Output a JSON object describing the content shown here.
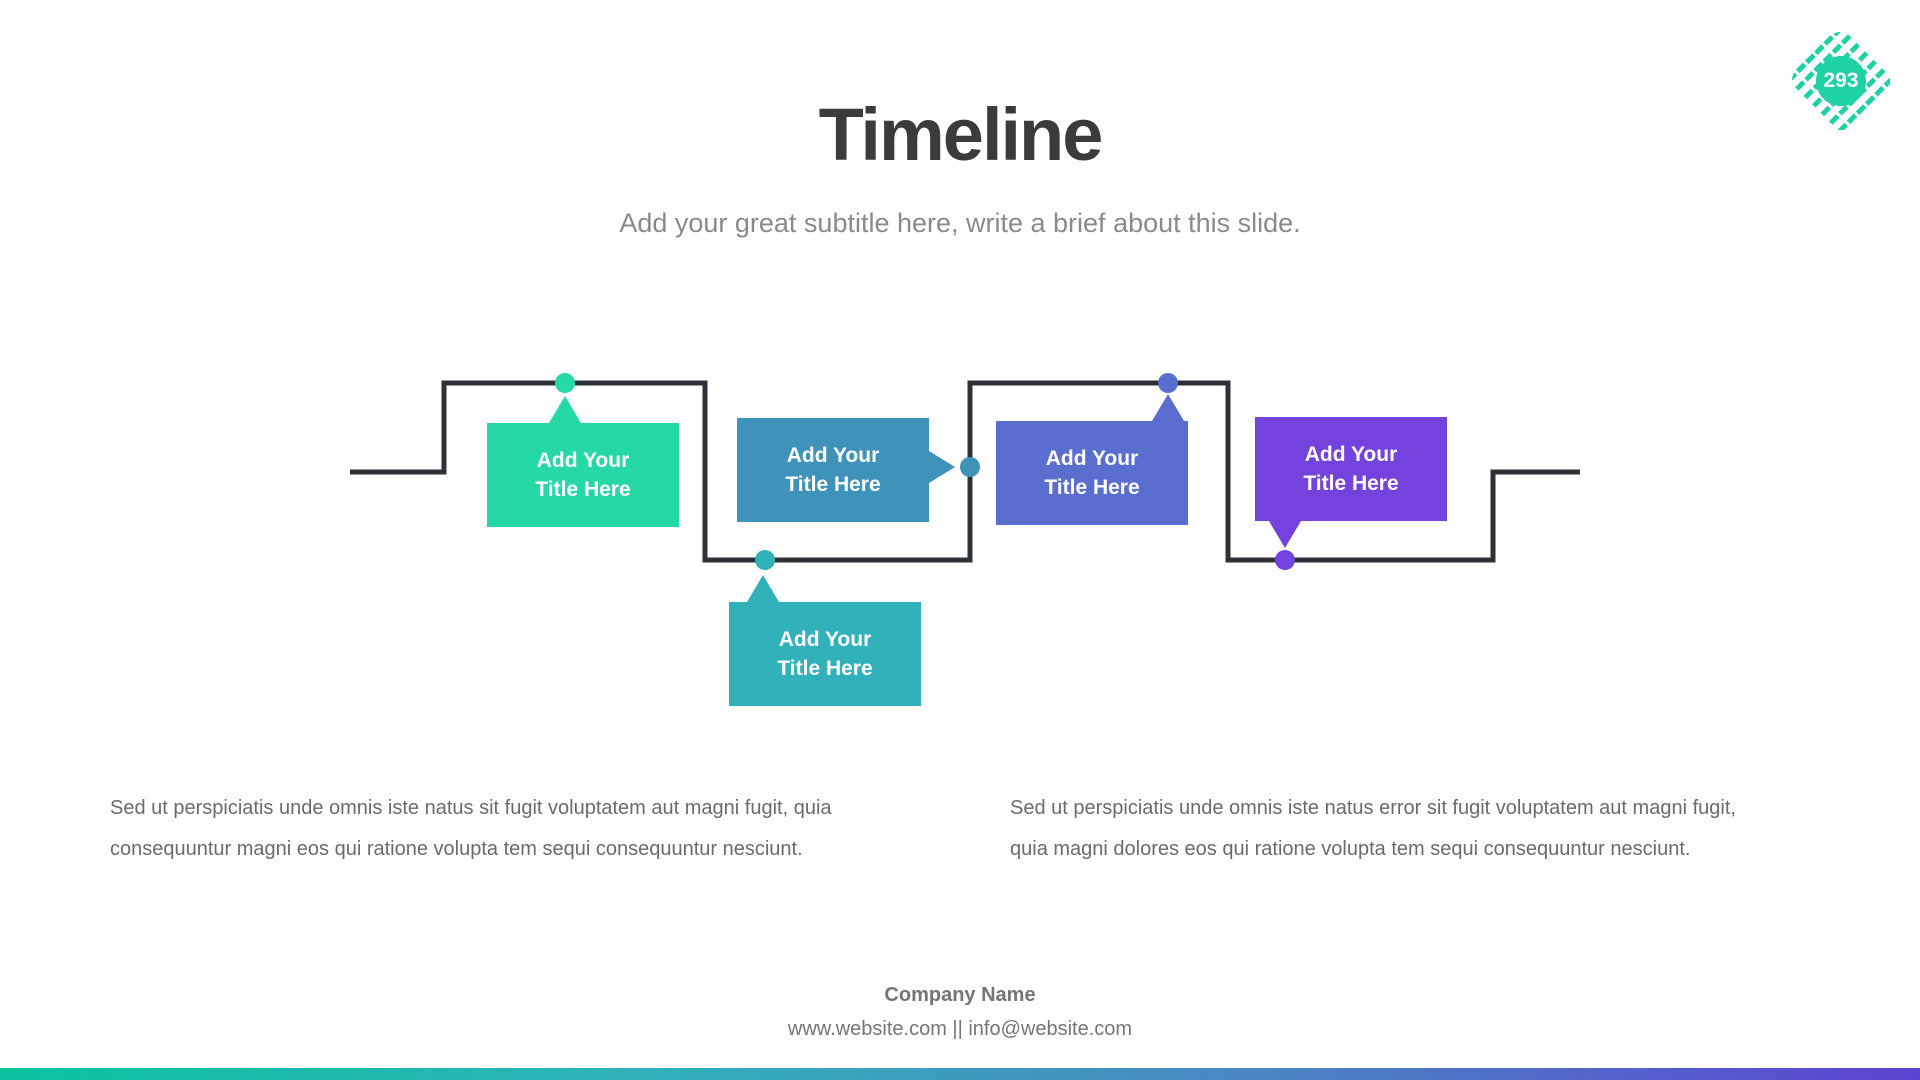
{
  "badge": {
    "number": "293",
    "color": "#1fd2a6"
  },
  "header": {
    "title": "Timeline",
    "subtitle": "Add your great subtitle here, write a brief about this slide."
  },
  "timeline": {
    "line_color": "#2e3237",
    "items": [
      {
        "title": "Add Your\nTitle Here",
        "color": "#26d8a5"
      },
      {
        "title": "Add Your\nTitle Here",
        "color": "#3f93ba"
      },
      {
        "title": "Add Your\nTitle Here",
        "color": "#31b1ba"
      },
      {
        "title": "Add Your\nTitle Here",
        "color": "#5a6ed0"
      },
      {
        "title": "Add Your\nTitle Here",
        "color": "#7442dc"
      }
    ]
  },
  "body": {
    "left_paragraph": "Sed ut perspiciatis unde omnis iste natus sit fugit voluptatem aut magni fugit, quia\nconsequuntur magni eos qui ratione volupta tem sequi consequuntur nesciunt.",
    "right_paragraph": "Sed ut perspiciatis unde omnis iste natus error sit fugit voluptatem aut magni fugit,\nquia magni dolores eos qui ratione volupta tem sequi consequuntur nesciunt."
  },
  "footer": {
    "company": "Company Name",
    "contact": "www.website.com || info@website.com",
    "bar_gradient": [
      "#0bc3a0",
      "#2fb2b9",
      "#4a86c3",
      "#5c44d2"
    ]
  }
}
